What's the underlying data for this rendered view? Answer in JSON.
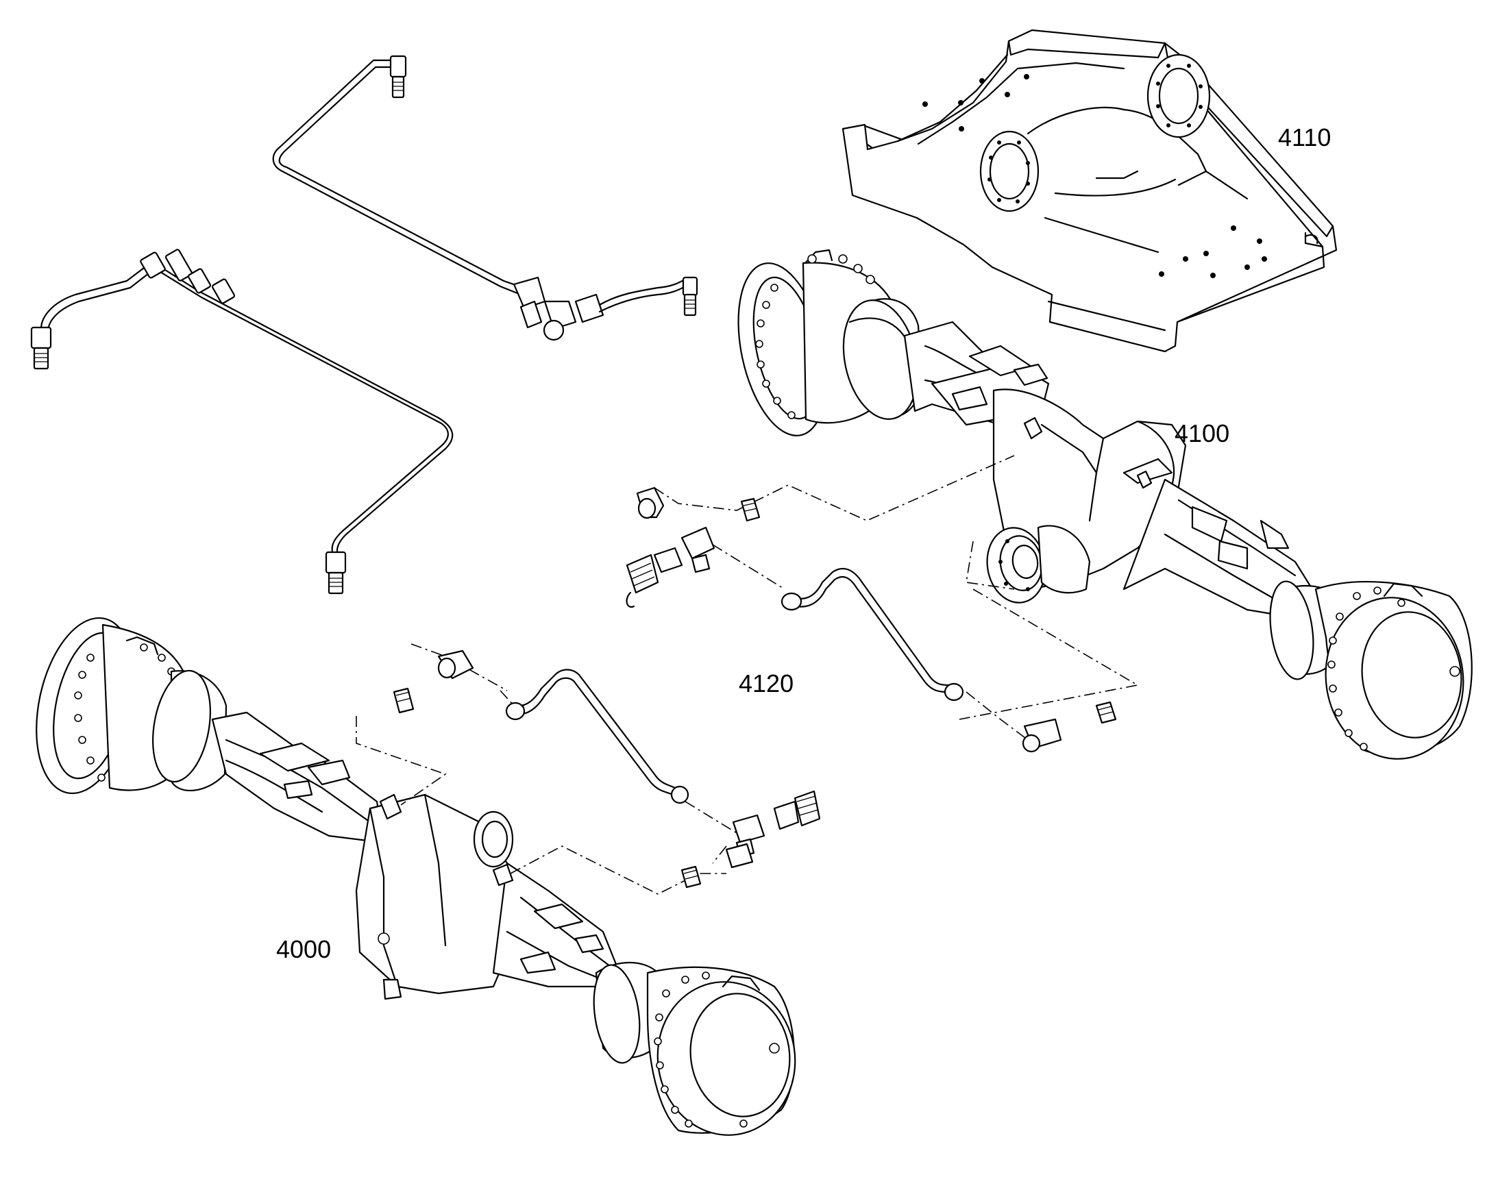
{
  "diagram": {
    "callouts": [
      {
        "id": "c4110",
        "label": "4110"
      },
      {
        "id": "c4100",
        "label": "4100"
      },
      {
        "id": "c4120",
        "label": "4120"
      },
      {
        "id": "c4000",
        "label": "4000"
      }
    ]
  }
}
